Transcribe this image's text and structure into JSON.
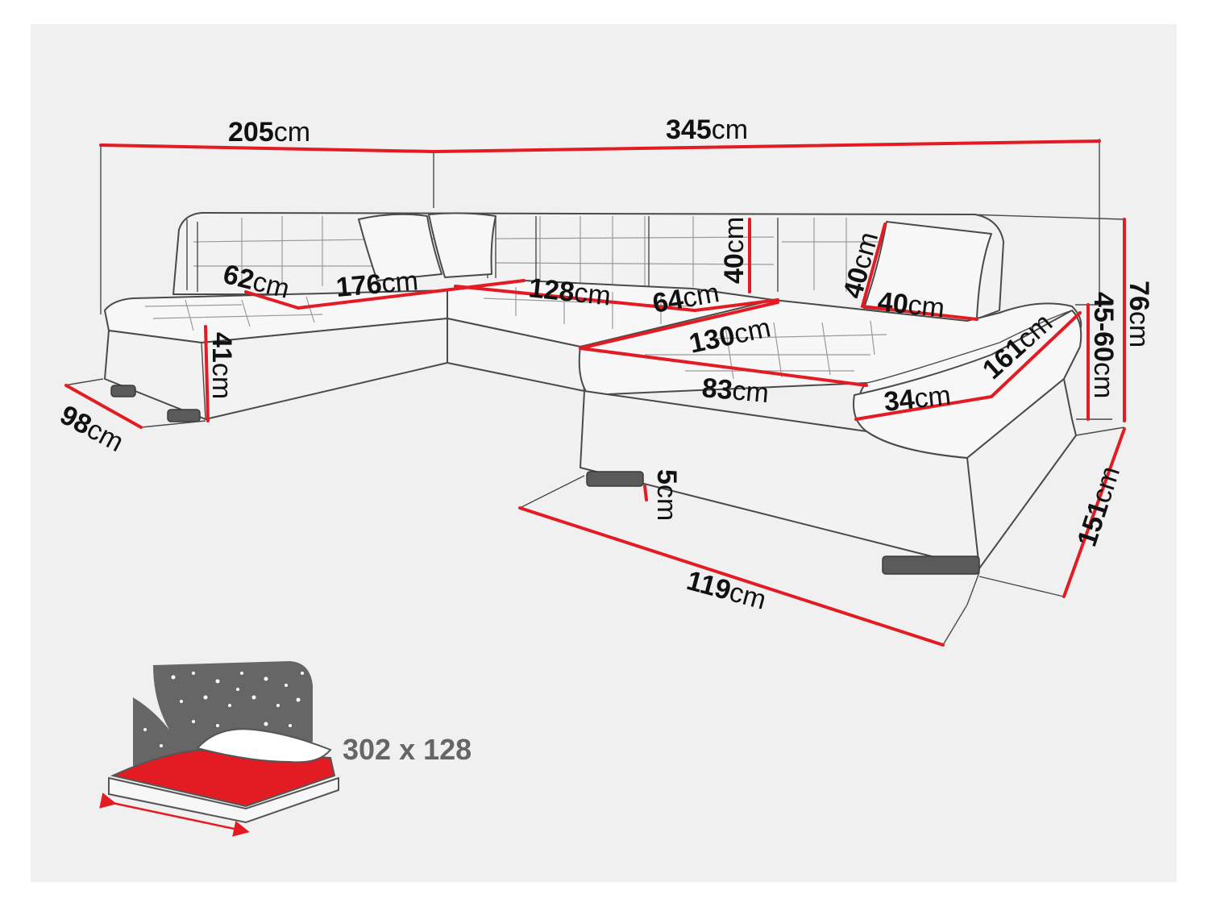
{
  "colors": {
    "dimension_line": "#e31b23",
    "outline": "#4a4a4a",
    "background": "#f0f0f0",
    "bed_sheet": "#e31b23",
    "night_sky": "#666666"
  },
  "dimensions": {
    "width_left": {
      "value": "205",
      "unit": "cm"
    },
    "width_right": {
      "value": "345",
      "unit": "cm"
    },
    "seat_depth_left": {
      "value": "62",
      "unit": "cm"
    },
    "seat_width_left": {
      "value": "176",
      "unit": "cm"
    },
    "seat_width_middle": {
      "value": "128",
      "unit": "cm"
    },
    "seat_depth_middle": {
      "value": "64",
      "unit": "cm"
    },
    "backrest_height": {
      "value": "40",
      "unit": "cm"
    },
    "pillow_height": {
      "value": "40",
      "unit": "cm"
    },
    "pillow_width": {
      "value": "40",
      "unit": "cm"
    },
    "lounge_depth": {
      "value": "130",
      "unit": "cm"
    },
    "lounge_seat_width": {
      "value": "83",
      "unit": "cm"
    },
    "armrest_width": {
      "value": "34",
      "unit": "cm"
    },
    "armrest_length": {
      "value": "161",
      "unit": "cm"
    },
    "seat_height": {
      "value": "45-60",
      "unit": "cm"
    },
    "total_height": {
      "value": "76",
      "unit": "cm"
    },
    "side_depth": {
      "value": "98",
      "unit": "cm"
    },
    "base_height": {
      "value": "41",
      "unit": "cm"
    },
    "leg_height": {
      "value": "5",
      "unit": "cm"
    },
    "lounge_width": {
      "value": "119",
      "unit": "cm"
    },
    "lounge_length": {
      "value": "151",
      "unit": "cm"
    }
  },
  "bed": {
    "size_label": "302 x 128"
  },
  "icons": [
    "sofa-drawing",
    "bed-icon",
    "night-sky-icon",
    "pillow-icon",
    "arrow-icon"
  ]
}
